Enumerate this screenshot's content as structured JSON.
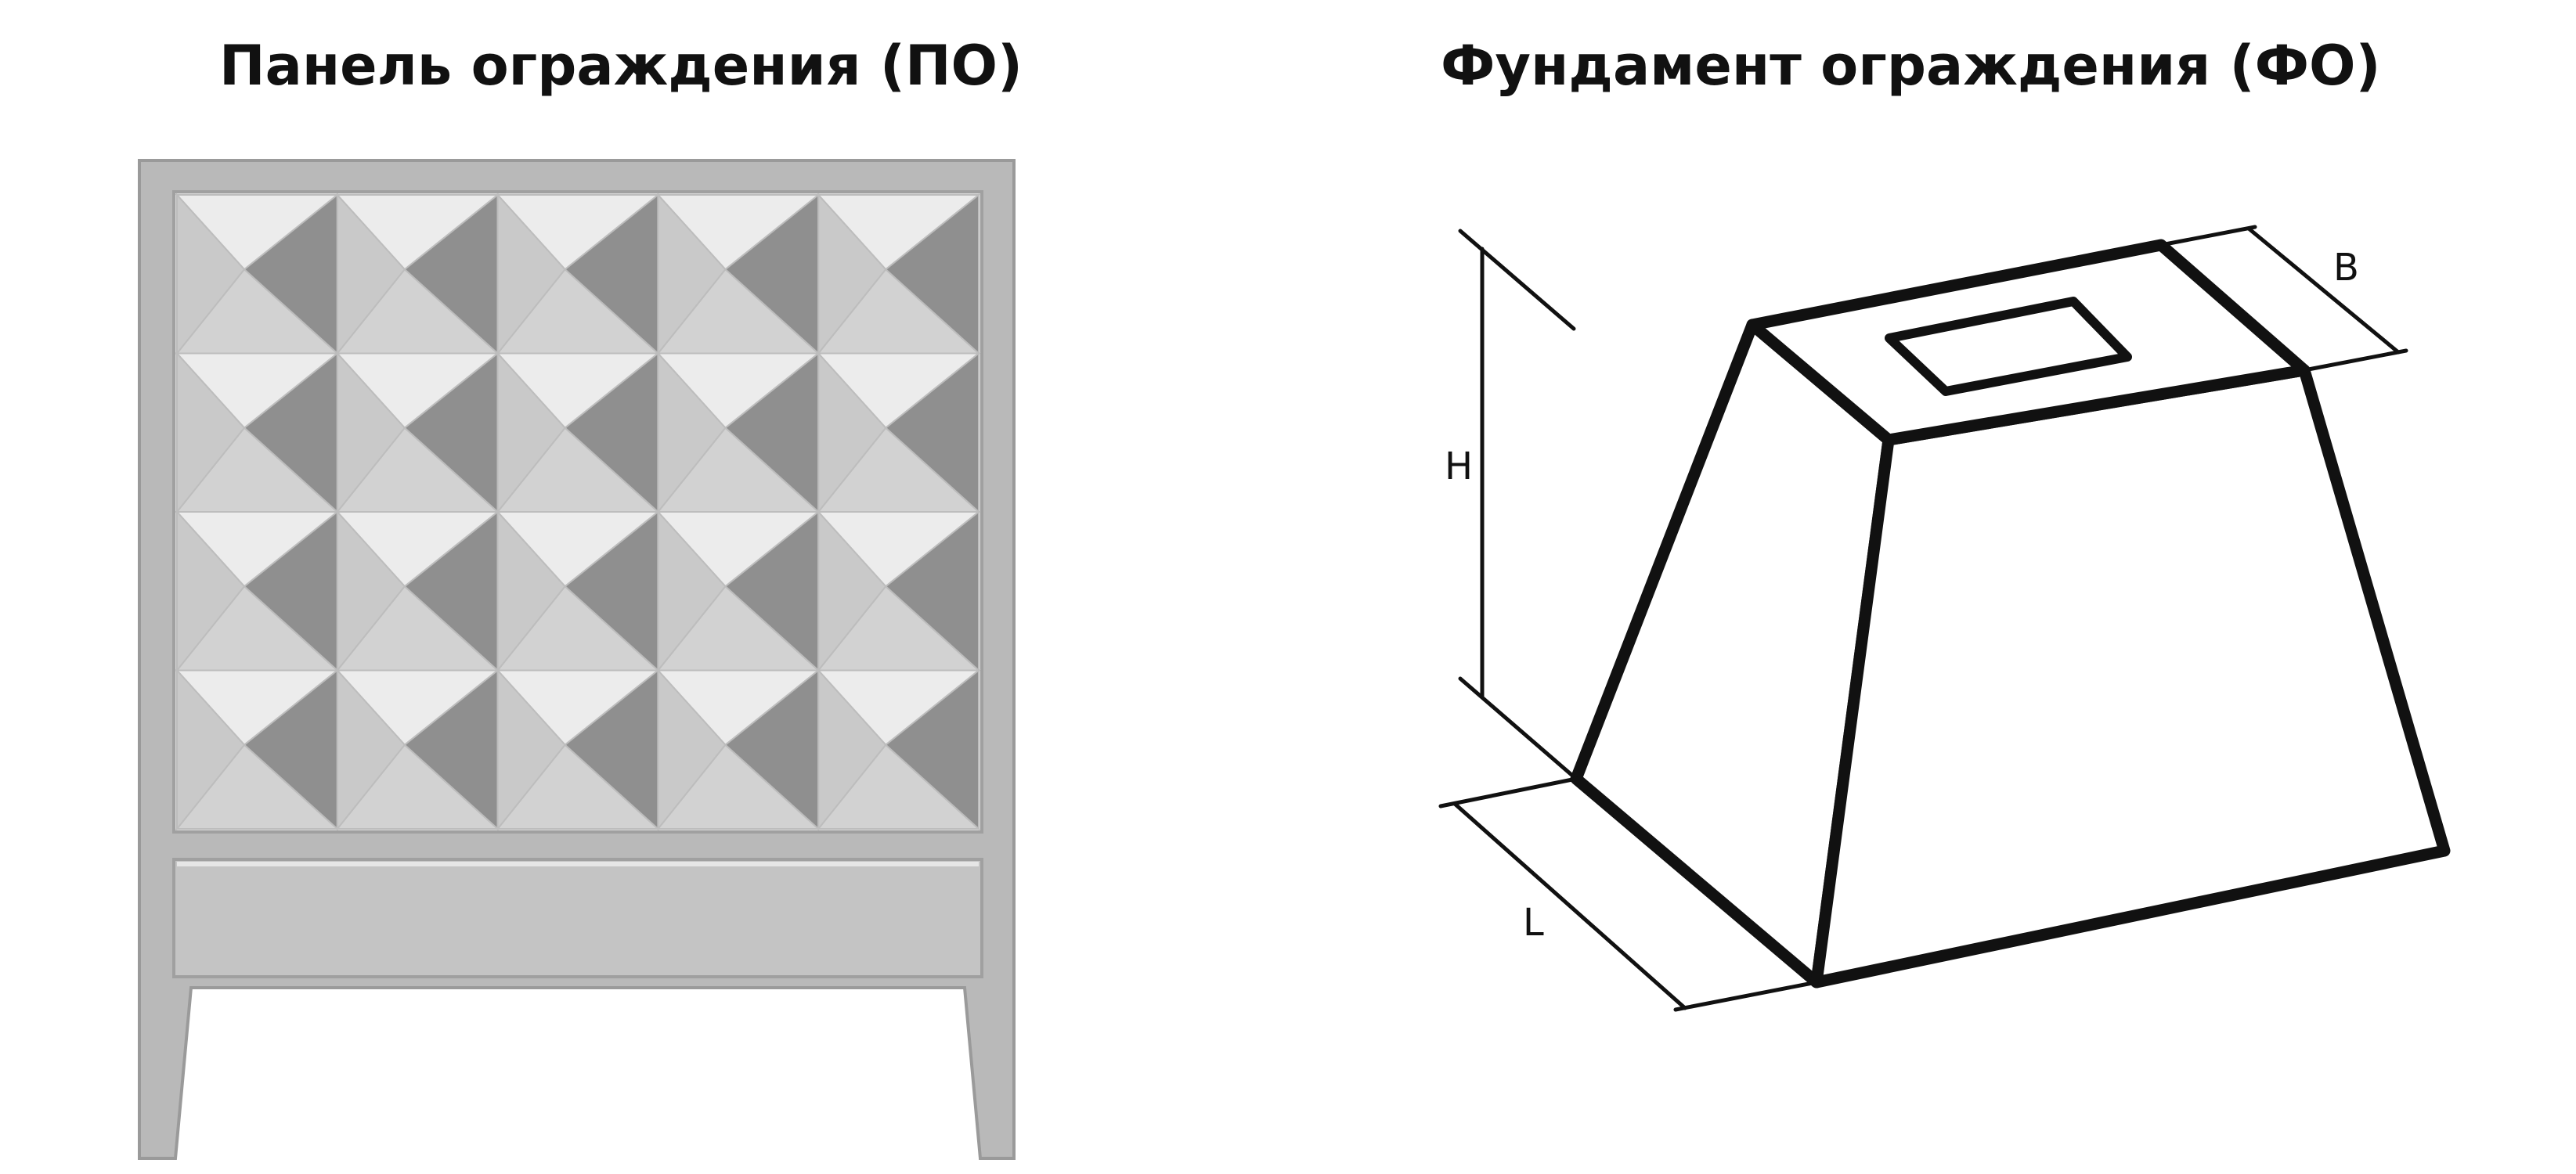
{
  "figure": {
    "panel_title": "Панель ограждения (ПО)",
    "foundation_title": "Фундамент ограждения (ФО)",
    "panel": {
      "rows": 4,
      "columns": 5,
      "frame_color": "#b9b9b9",
      "light_facet": "#ececec",
      "mid_facet": "#d2d2d2",
      "dark_facet": "#8f8f8f"
    },
    "foundation": {
      "dimension_labels": {
        "height": "H",
        "length": "L",
        "width": "B"
      },
      "line_color": "#111111"
    }
  }
}
